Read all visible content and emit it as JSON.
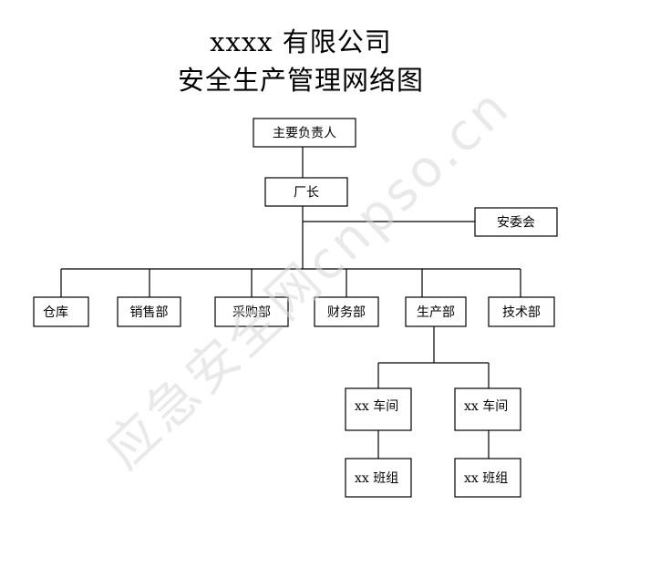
{
  "title": {
    "line1": "xxxx 有限公司",
    "line2": "安全生产管理网络图"
  },
  "nodes": {
    "head": "主要负责人",
    "factory": "厂长",
    "safety": "安委会",
    "warehouse": "仓库",
    "sales": "销售部",
    "purchasing": "采购部",
    "finance": "财务部",
    "production": "生产部",
    "technology": "技术部",
    "workshop1": "xx 车间",
    "workshop2": "xx 车间",
    "team1": "xx 班组",
    "team2": "xx 班组"
  },
  "watermark": "应急安全网cnpso.cn"
}
